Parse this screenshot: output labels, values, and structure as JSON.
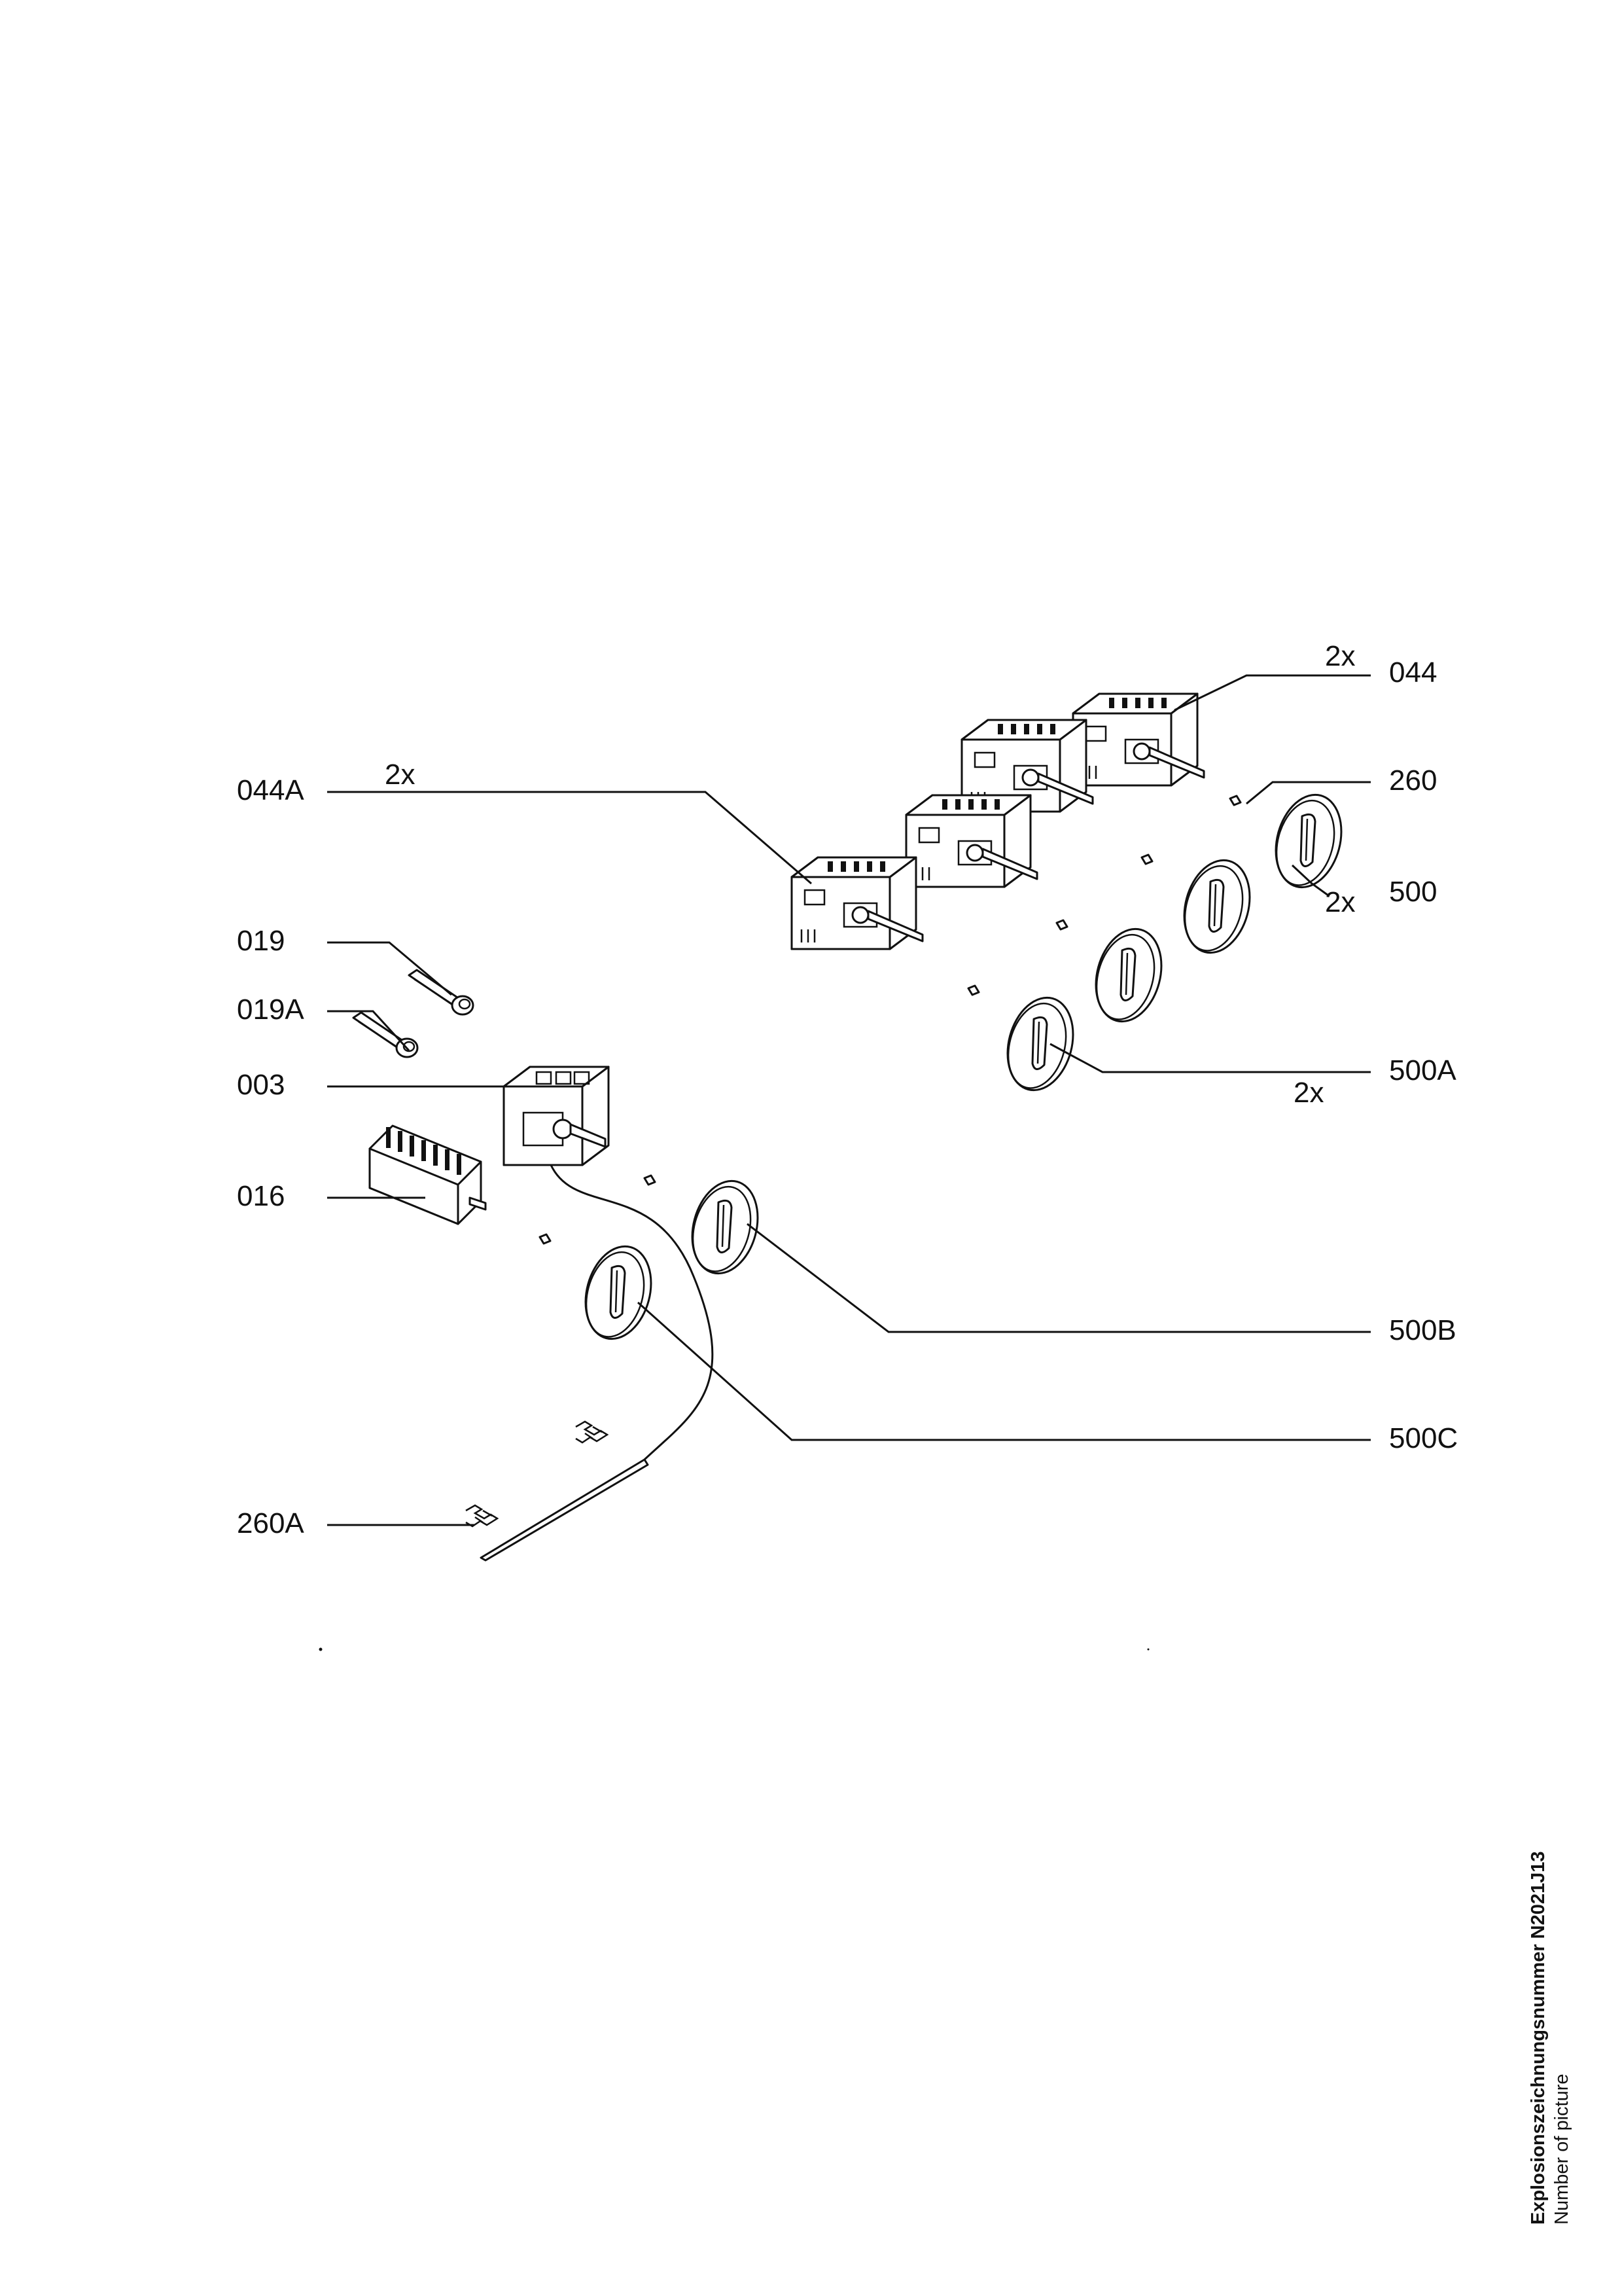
{
  "diagram": {
    "callouts": {
      "p044": "044",
      "p044_qty": "2x",
      "p044A": "044A",
      "p044A_qty": "2x",
      "p260": "260",
      "p500": "500",
      "p500_qty": "2x",
      "p019": "019",
      "p019A": "019A",
      "p003": "003",
      "p016": "016",
      "p500A": "500A",
      "p500A_qty": "2x",
      "p500B": "500B",
      "p500C": "500C",
      "p260A": "260A"
    },
    "footer": {
      "drawing_number": "Explosionszeichnungsnummer N2021J13",
      "caption": "Number of picture"
    }
  }
}
